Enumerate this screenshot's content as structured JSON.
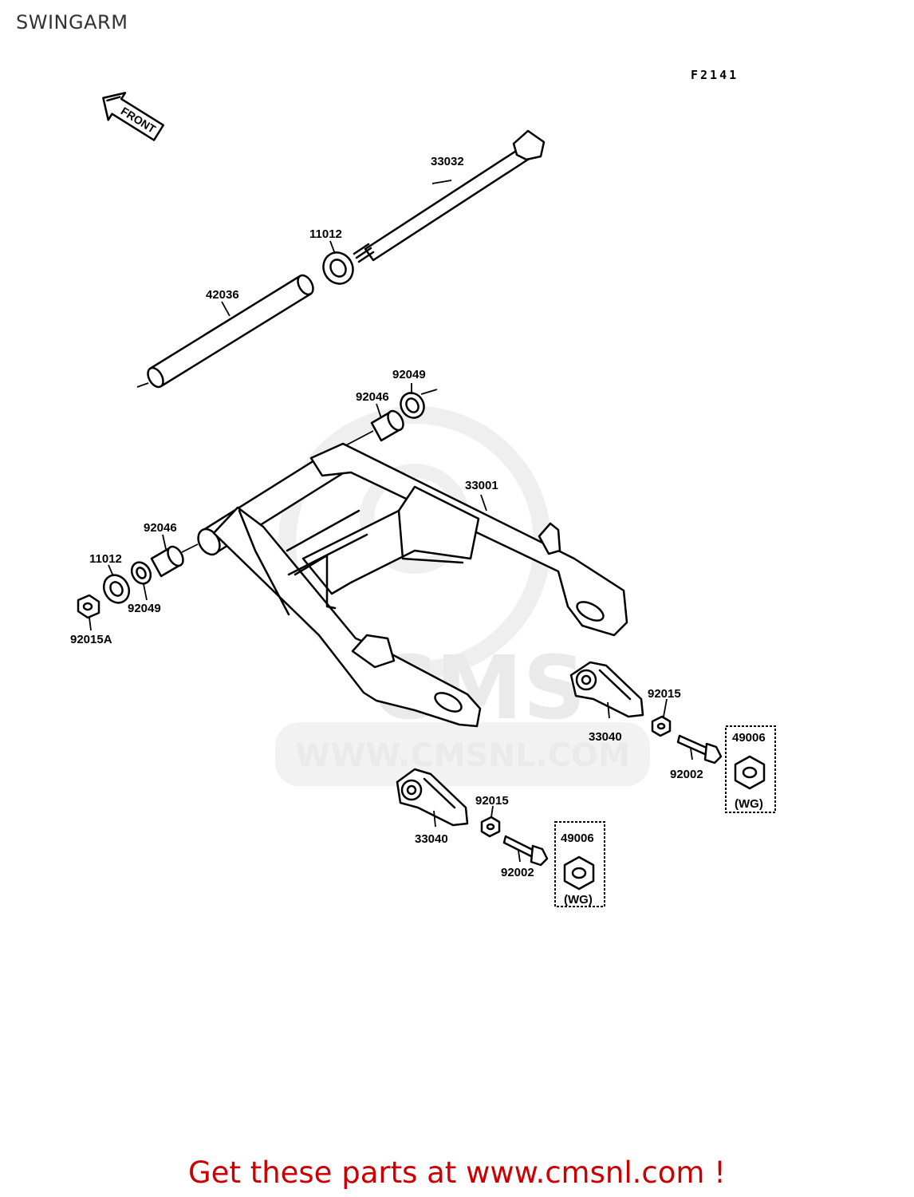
{
  "title": "SWINGARM",
  "figure_code": "F2141",
  "front_arrow_label": "FRONT",
  "watermark": {
    "logo_text": "CMS",
    "url": "WWW.CMSNL.COM"
  },
  "parts": {
    "p33032": "33032",
    "p11012_top": "11012",
    "p42036": "42036",
    "p92049_top": "92049",
    "p92046_top": "92046",
    "p33001": "33001",
    "p92046_left": "92046",
    "p11012_left": "11012",
    "p92049_left": "92049",
    "p92015A": "92015A",
    "p33040_right": "33040",
    "p92015_right": "92015",
    "p92002_right": "92002",
    "p49006_right": "49006",
    "wg_right": "(WG)",
    "p33040_left": "33040",
    "p92015_left": "92015",
    "p92002_left": "92002",
    "p49006_left": "49006",
    "wg_left": "(WG)"
  },
  "promo": {
    "text": "Get these parts at www.cmsnl.com !"
  },
  "colors": {
    "promo": "#cc0000",
    "watermark": "#eaeaea",
    "title": "#333333"
  }
}
